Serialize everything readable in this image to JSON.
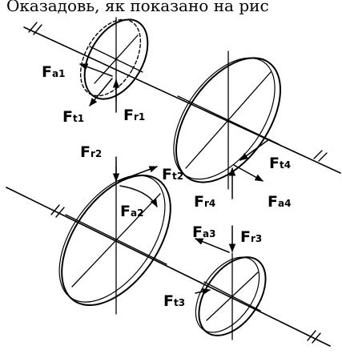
{
  "caption": "Оказадовь, як показано на рис",
  "forces": {
    "fa1": {
      "letter": "F",
      "sub": "a1"
    },
    "ft1": {
      "letter": "F",
      "sub": "t1"
    },
    "fr1": {
      "letter": "F",
      "sub": "r1"
    },
    "fr2": {
      "letter": "F",
      "sub": "r2"
    },
    "ft2": {
      "letter": "F",
      "sub": "t2"
    },
    "fa2": {
      "letter": "F",
      "sub": "a2"
    },
    "ft4": {
      "letter": "F",
      "sub": "t4"
    },
    "fr4": {
      "letter": "F",
      "sub": "r4"
    },
    "fa4": {
      "letter": "F",
      "sub": "a4"
    },
    "fa3": {
      "letter": "F",
      "sub": "a3"
    },
    "fr3": {
      "letter": "F",
      "sub": "r3"
    },
    "ft3": {
      "letter": "F",
      "sub": "t3"
    }
  }
}
